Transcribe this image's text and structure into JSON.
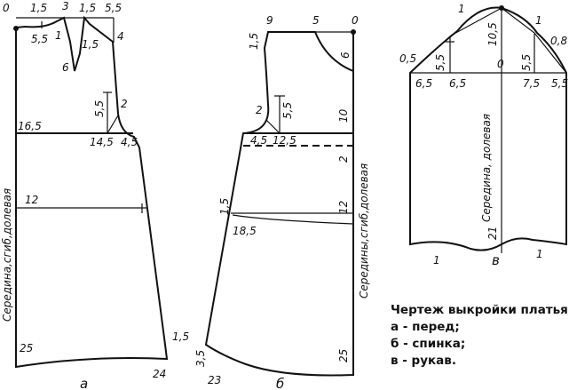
{
  "front": {
    "letter": "а",
    "centre_fold_label": "Середина,сгиб,долевая",
    "top_numbers": [
      "0",
      "1,5",
      "3",
      "1,5",
      "5,5"
    ],
    "neck_numbers": [
      "5,5",
      "1",
      "6",
      "1,5"
    ],
    "shoulder_number": "4",
    "armhole_numbers": [
      "5,5",
      "2"
    ],
    "chest_numbers": [
      "16,5",
      "14,5",
      "4,5"
    ],
    "waist_number": "12",
    "hem_numbers": [
      "25",
      "1,5",
      "24"
    ]
  },
  "back": {
    "letter": "б",
    "centre_fold_label": "Середины,сгиб,долевая",
    "top_numbers": [
      "9",
      "5",
      "0"
    ],
    "neck_numbers": [
      "1,5",
      "6"
    ],
    "armhole_numbers": [
      "2",
      "5,5"
    ],
    "chest_numbers": [
      "4,5",
      "12,5",
      "10",
      "2"
    ],
    "waist_numbers": [
      "1,5",
      "18,5",
      "12"
    ],
    "hem_numbers": [
      "3,5",
      "25",
      "23"
    ]
  },
  "sleeve": {
    "letter": "в",
    "centre_label": "Середина, долевая",
    "cap_numbers": [
      "1",
      "1",
      "10,5",
      "0,5",
      "0,8",
      "5,5",
      "5,5",
      "0"
    ],
    "width_numbers": [
      "6,5",
      "6,5",
      "7,5",
      "5,5"
    ],
    "length_number": "21",
    "hem_numbers": [
      "1",
      "1"
    ]
  },
  "caption": {
    "title": "Чертеж выкройки платья",
    "items": [
      "а - перед;",
      "б - спинка;",
      "в - рукав."
    ]
  }
}
